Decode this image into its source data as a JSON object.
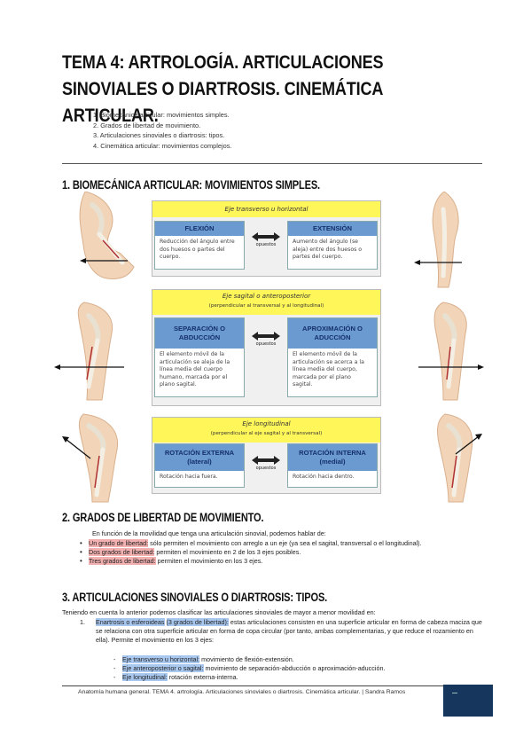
{
  "title": "TEMA 4: ARTROLOGÍA. ARTICULACIONES SINOVIALES O DIARTROSIS. CINEMÁTICA ARTICULAR.",
  "toc": [
    "1. Biomecánica articular: movimientos simples.",
    "2. Grados de libertad de movimiento.",
    "3. Articulaciones sinoviales o diartrosis: tipos.",
    "4. Cinemática articular: movimientos complejos."
  ],
  "section1": {
    "heading": "1. BIOMECÁNICA ARTICULAR: MOVIMIENTOS SIMPLES.",
    "opposite_label": "opuestos",
    "axes": [
      {
        "axis": "Eje transverso u horizontal",
        "axis_note": "",
        "left_title": "FLEXIÓN",
        "left_desc": "Reducción del ángulo entre dos huesos o partes del cuerpo.",
        "right_title": "EXTENSIÓN",
        "right_desc": "Aumento del ángulo (se aleja) entre dos huesos o partes del cuerpo."
      },
      {
        "axis": "Eje sagital o anteroposterior",
        "axis_note": "(perpendicular al transversal y al longitudinal)",
        "left_title": "SEPARACIÓN O ABDUCCIÓN",
        "left_desc": "El elemento móvil de la articulación se aleja de la línea media del cuerpo humano, marcada por el plano sagital.",
        "right_title": "APROXIMACIÓN O ADUCCIÓN",
        "right_desc": "El elemento móvil de la articulación se acerca a la línea media del cuerpo, marcada por el plano sagital."
      },
      {
        "axis": "Eje longitudinal",
        "axis_note": "(perpendicular al eje sagital y al transversal)",
        "left_title": "ROTACIÓN EXTERNA (lateral)",
        "left_desc": "Rotación hacia fuera.",
        "right_title": "ROTACIÓN INTERNA (medial)",
        "right_desc": "Rotación hacia dentro."
      }
    ]
  },
  "section2": {
    "heading": "2. GRADOS DE LIBERTAD DE MOVIMIENTO.",
    "intro": "En función de la movilidad que tenga una articulación sinovial, podemos hablar de:",
    "items": [
      {
        "hl": "Un grado de libertad:",
        "text": " sólo permiten el movimiento con arreglo a un eje (ya sea el sagital, transversal o el longitudinal)."
      },
      {
        "hl": "Dos grados de libertad:",
        "text": " permiten el movimiento en 2 de los 3 ejes posibles."
      },
      {
        "hl": "Tres grados de libertad:",
        "text": " permiten el movimiento en los 3 ejes."
      }
    ]
  },
  "section3": {
    "heading": "3. ARTICULACIONES SINOVIALES O DIARTROSIS: TIPOS.",
    "intro": "Teniendo en cuenta lo anterior podemos clasificar las articulaciones sinoviales de mayor a menor movilidad en:",
    "item_number": "1.",
    "item_hl": "Enartrosis o esferoideas",
    "item_hl2": "(3 grados de libertad):",
    "item_text": " estas articulaciones consisten en una superficie articular en forma de cabeza maciza que se relaciona con otra superficie articular en forma de copa circular (por tanto, ambas complementarias, y que reduce el rozamiento en ella). Permite el movimiento en los 3 ejes:",
    "subitems": [
      {
        "hl": "Eje transverso u horizontal:",
        "text": " movimiento de flexión-extensión."
      },
      {
        "hl": "Eje anteroposterior o sagital:",
        "text": " movimiento de separación-abducción o aproximación-aducción."
      },
      {
        "hl": "Eje longitudinal:",
        "text": " rotación externa-interna."
      }
    ]
  },
  "footer": {
    "text": "Anatomía humana general. TEMA 4. artrología. Articulaciones sinoviales o diartrosis. Cinemática articular. | Sandra Ramos"
  },
  "colors": {
    "axis_yellow": "#fff65a",
    "movement_blue": "#6b9ad0",
    "highlight_red": "#f3b0b0",
    "highlight_blue": "#a9c8f0",
    "footer_navy": "#17365d"
  }
}
